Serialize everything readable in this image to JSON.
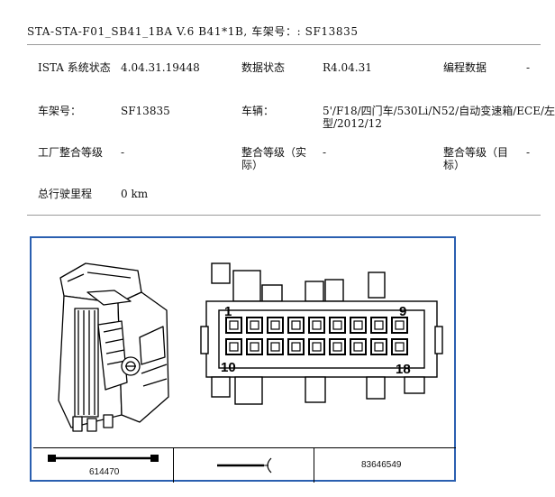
{
  "header": {
    "title": "STA-STA-F01_SB41_1BA  V.6  B41*1B, 车架号：: SF13835"
  },
  "info": {
    "rows": [
      {
        "a_label": "ISTA 系统状态",
        "a_value": "4.04.31.19448",
        "b_label": "数据状态",
        "b_value": "R4.04.31",
        "c_label": "编程数据",
        "c_value": "-"
      },
      {
        "a_label": "车架号：",
        "a_value": "SF13835",
        "b_label": "车辆：",
        "b_value": "5'/F18/四门车/530Li/N52/自动变速箱/ECE/左",
        "b_value_line2": "型/2012/12"
      },
      {
        "a_label": "工厂整合等级",
        "a_value": "-",
        "b_label": "整合等级（实际）",
        "b_value": "-",
        "c_label": "整合等级（目标）",
        "c_value": "-"
      },
      {
        "a_label": "总行驶里程",
        "a_value": "0 km"
      }
    ]
  },
  "figure": {
    "pin_labels": {
      "top_left": "1",
      "top_right": "9",
      "bottom_left": "10",
      "bottom_right": "18"
    },
    "footer": {
      "cable_part": "614470",
      "connector_part": "83646549"
    }
  },
  "icons": [
    "connector-housing-icon",
    "connector-pinout-icon",
    "cable-icon",
    "wire-end-icon"
  ]
}
